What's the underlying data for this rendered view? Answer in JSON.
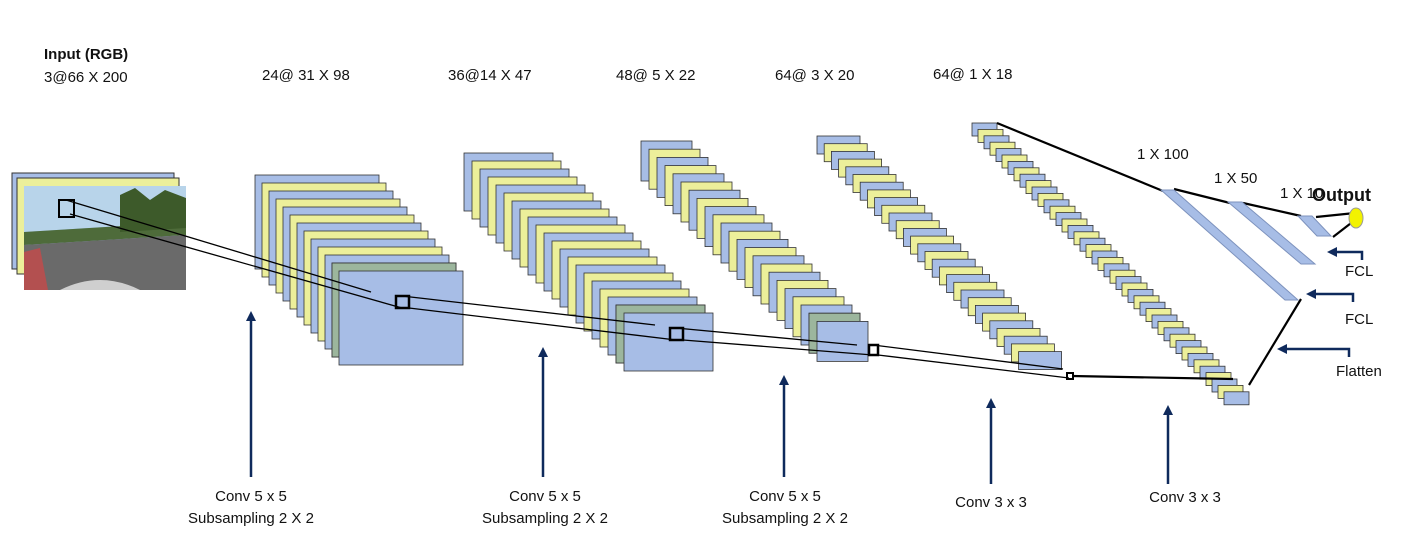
{
  "input": {
    "title": "Input (RGB)",
    "dims": "3@66 X 200"
  },
  "layers": [
    {
      "dims": "24@ 31 X 98"
    },
    {
      "dims": "36@14 X 47"
    },
    {
      "dims": "48@ 5 X 22"
    },
    {
      "dims": "64@ 3 X 20"
    },
    {
      "dims": "64@ 1 X 18"
    }
  ],
  "fc_layers": [
    {
      "dims": "1 X 100"
    },
    {
      "dims": "1 X 50"
    },
    {
      "dims": "1 X 10"
    }
  ],
  "output": {
    "label": "Output"
  },
  "operations": [
    {
      "line1": "Conv 5 x 5",
      "line2": "Subsampling 2 X 2"
    },
    {
      "line1": "Conv 5 x 5",
      "line2": "Subsampling 2 X 2"
    },
    {
      "line1": "Conv 5 x 5",
      "line2": "Subsampling 2 X 2"
    },
    {
      "line1": "Conv 3 x 3"
    },
    {
      "line1": "Conv 3 x 3"
    }
  ],
  "fc_ops": [
    {
      "label": "FCL"
    },
    {
      "label": "FCL"
    },
    {
      "label": "Flatten"
    }
  ],
  "colors": {
    "blue": "#a7bde6",
    "yellow": "#ecef9a",
    "teal": "#8eab9e",
    "arrow": "#0f2a5c",
    "output": "#f2f200"
  }
}
